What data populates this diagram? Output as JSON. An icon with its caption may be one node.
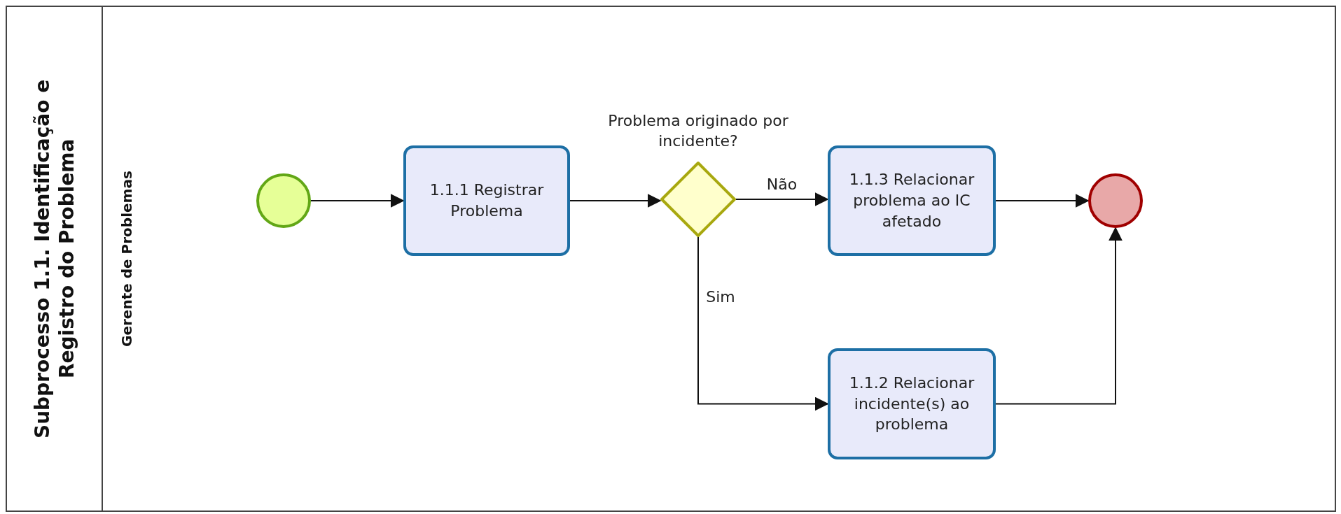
{
  "diagram": {
    "nodes": [
      {
        "text": [
          "Subprocesso 1.1. Identificação e Registro do Problema"
        ]
      },
      {
        "text": [
          "Gerente de Problemas"
        ],
        "in": 0
      },
      {
        "text": [],
        "shape": "circle",
        "in": 1
      },
      {
        "text": [
          "1.1.1 Registrar Problema"
        ],
        "in": 1
      },
      {
        "text": [],
        "shape": "diamond",
        "in": 1,
        "beside": [
          "Problema originado por incidente?"
        ]
      },
      {
        "text": [
          "1.1.3 Relacionar problema ao IC afetado"
        ],
        "in": 1
      },
      {
        "text": [
          "1.1.2 Relacionar incidente(s) ao problema"
        ],
        "in": 1
      },
      {
        "text": [],
        "shape": "circle",
        "in": 1
      }
    ],
    "edges": [
      {
        "from": 2,
        "to": 3,
        "arrow": "to"
      },
      {
        "from": 3,
        "to": 4,
        "arrow": "to"
      },
      {
        "from": 4,
        "to": 5,
        "arrow": "to",
        "label": "Não"
      },
      {
        "from": 4,
        "to": 6,
        "arrow": "to",
        "label": "Sim"
      },
      {
        "from": 5,
        "to": 7,
        "arrow": "to"
      },
      {
        "from": 6,
        "to": 7,
        "arrow": "to"
      }
    ]
  }
}
